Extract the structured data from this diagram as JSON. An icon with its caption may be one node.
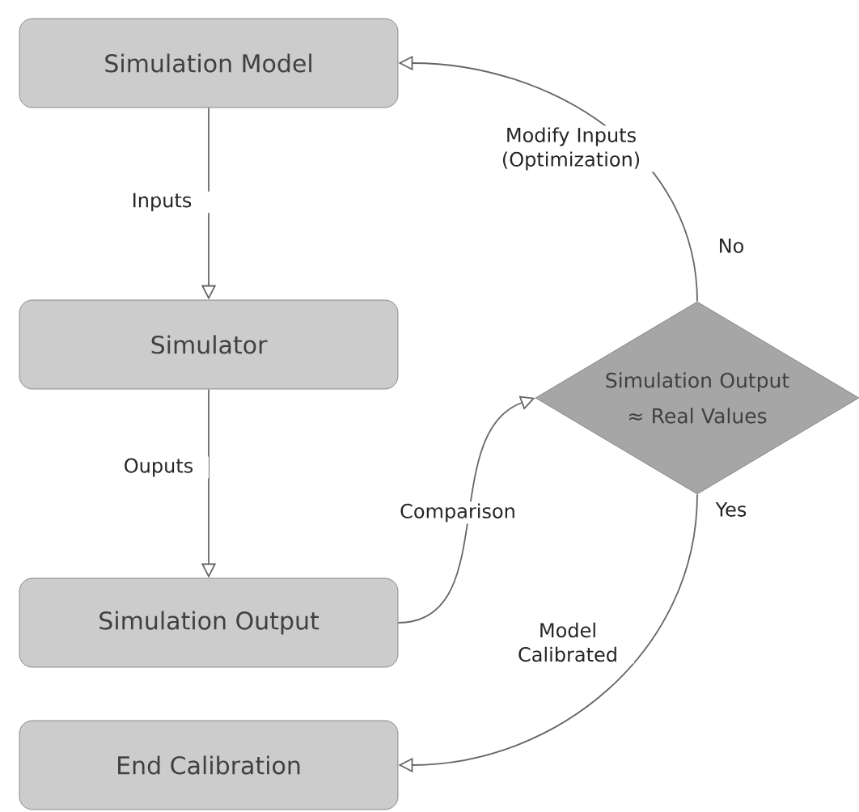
{
  "diagram": {
    "nodes": [
      {
        "text": [
          "Simulation Model"
        ]
      },
      {
        "text": [
          "Simulator"
        ]
      },
      {
        "text": [
          "Simulation Output"
        ]
      },
      {
        "text": [
          "End Calibration"
        ]
      },
      {
        "text": [
          "Simulation Output ≈ Real Values"
        ]
      }
    ],
    "edges": [
      {
        "from": 0,
        "to": 1,
        "arrow": "to",
        "label": "Inputs"
      },
      {
        "from": 1,
        "to": 2,
        "arrow": "to",
        "label": "Ouputs"
      },
      {
        "from": 2,
        "to": 4,
        "arrow": "to",
        "label": "Comparison"
      },
      {
        "from": 4,
        "to": 0,
        "arrow": "to",
        "label": "Modify Inputs (Optimization)"
      },
      {
        "from": 4,
        "to": 3,
        "arrow": "to",
        "label": "Model Calibrated"
      }
    ],
    "labels": [
      "No",
      "Yes"
    ]
  }
}
